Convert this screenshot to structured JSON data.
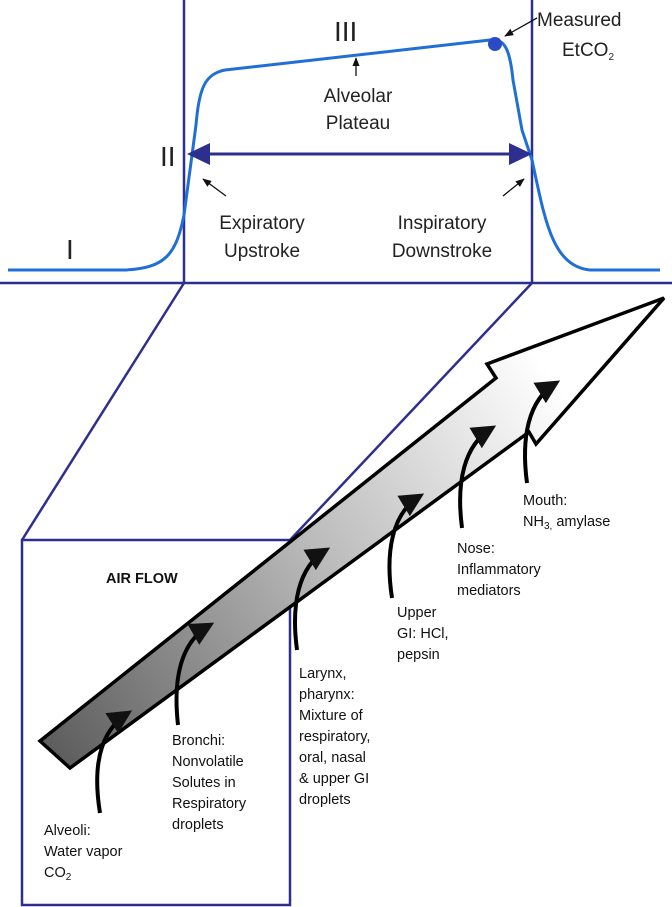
{
  "phases": {
    "p1": "I",
    "p2": "II",
    "p3": "III"
  },
  "capno": {
    "measured": "Measured",
    "etco2": "EtCO",
    "etco2_sub": "2",
    "plateau_l1": "Alveolar",
    "plateau_l2": "Plateau",
    "exp_l1": "Expiratory",
    "exp_l2": "Upstroke",
    "insp_l1": "Inspiratory",
    "insp_l2": "Downstroke"
  },
  "airway": {
    "air_flow": "AIR FLOW",
    "alveoli": [
      "Alveoli:",
      "Water vapor",
      "CO"
    ],
    "alveoli_sub": "2",
    "bronchi": [
      "Bronchi:",
      "Nonvolatile",
      "Solutes in",
      "Respiratory",
      "droplets"
    ],
    "larynx": [
      "Larynx,",
      "pharynx:",
      "Mixture of",
      "respiratory,",
      "oral, nasal",
      "& upper GI",
      "droplets"
    ],
    "upper_gi": [
      "Upper",
      "GI: HCl,",
      "pepsin"
    ],
    "nose": [
      "Nose:",
      "Inflammatory",
      "mediators"
    ],
    "mouth_l1": "Mouth:",
    "mouth_nh": "NH",
    "mouth_sub": "3,",
    "mouth_rest": " amylase"
  },
  "colors": {
    "trace": "#1f6fd6",
    "frame": "#2d2f8f",
    "marker": "#2b4bc4"
  }
}
